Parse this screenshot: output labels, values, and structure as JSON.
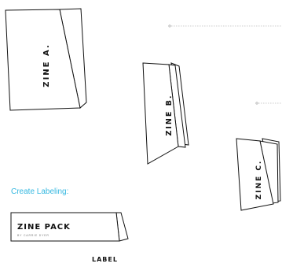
{
  "zines": [
    {
      "label": "ZINE A."
    },
    {
      "label": "ZINE B."
    },
    {
      "label": "ZINE C."
    }
  ],
  "labeling": {
    "heading": "Create Labeling:",
    "pack_title": "ZINE PACK",
    "pack_byline": "BY CARRIE DYER",
    "caption": "LABEL"
  },
  "colors": {
    "accent": "#33b7e0",
    "stroke": "#111111",
    "guide": "#999999"
  }
}
